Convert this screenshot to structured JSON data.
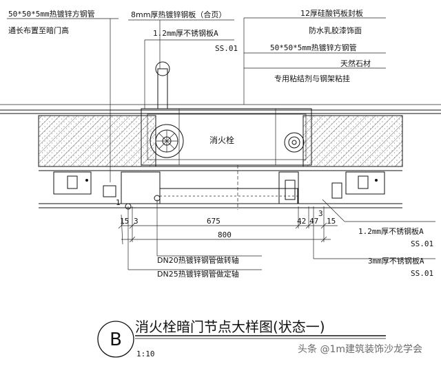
{
  "annotations": {
    "left_top_1": "50*50*5mm热镀锌方钢管",
    "left_top_2": "通长布置至暗门高",
    "mid_top_1": "8mm厚热镀锌钢板（合页）",
    "mid_top_2": "1.2mm厚不锈钢板A",
    "mid_top_3": "SS.01",
    "right_top_1": "12厚硅酸钙板封板",
    "right_top_2": "防水乳胶漆饰面",
    "right_top_3": "50*50*5mm热镀锌方钢管",
    "right_top_4": "天然石材",
    "right_top_5": "专用粘结剂与钢架粘挂",
    "hydrant": "消火栓",
    "bottom_left_1": "DN20热镀锌钢管做转轴",
    "bottom_left_2": "DN25热镀锌钢管做定轴",
    "right_bottom_1": "1.2mm厚不锈钢板A",
    "right_bottom_2": "SS.01",
    "right_bottom_3": "3mm厚不锈钢板A",
    "right_bottom_4": "SS.01"
  },
  "dimensions": {
    "d15_left": "15",
    "d3_left": "3",
    "d675": "675",
    "d42": "42",
    "d47": "47",
    "d15_right": "15",
    "d3_bottom": "3",
    "d800": "800",
    "d1": "1"
  },
  "title": {
    "badge": "B",
    "text": "消火栓暗门节点大样图(状态一)",
    "scale": "1:10"
  },
  "watermark": "头条 @1m建筑装饰沙龙学会"
}
